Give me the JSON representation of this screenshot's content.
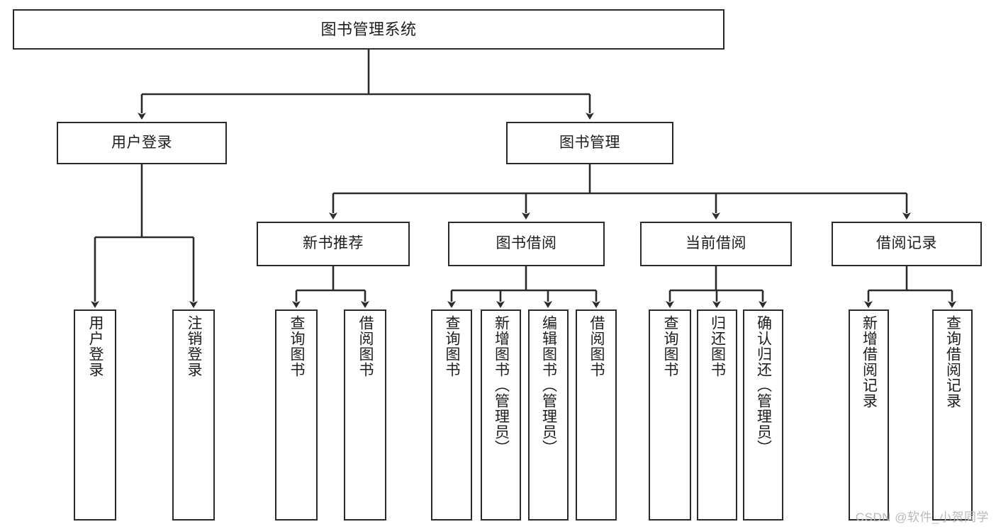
{
  "diagram": {
    "title": "图书管理系统",
    "watermark": "CSDN @软件_小贺同学",
    "stroke_color": "#2b2b2b",
    "text_color": "#1d1d1d",
    "background_color": "#ffffff"
  },
  "nodes": {
    "root": {
      "label": "图书管理系统"
    },
    "level2": [
      {
        "label": "用户登录"
      },
      {
        "label": "图书管理"
      }
    ],
    "level3": [
      {
        "label": "新书推荐"
      },
      {
        "label": "图书借阅"
      },
      {
        "label": "当前借阅"
      },
      {
        "label": "借阅记录"
      }
    ],
    "leaves": {
      "user_login": [
        {
          "label": "用户登录"
        },
        {
          "label": "注销登录"
        }
      ],
      "new_book": [
        {
          "label": "查询图书"
        },
        {
          "label": "借阅图书"
        }
      ],
      "book_borrow": [
        {
          "label": "查询图书"
        },
        {
          "label": "新增图书（管理员）"
        },
        {
          "label": "编辑图书（管理员）"
        },
        {
          "label": "借阅图书"
        }
      ],
      "current_borrow": [
        {
          "label": "查询图书"
        },
        {
          "label": "归还图书"
        },
        {
          "label": "确认归还（管理员）"
        }
      ],
      "borrow_record": [
        {
          "label": "新增借阅记录"
        },
        {
          "label": "查询借阅记录"
        }
      ]
    }
  }
}
